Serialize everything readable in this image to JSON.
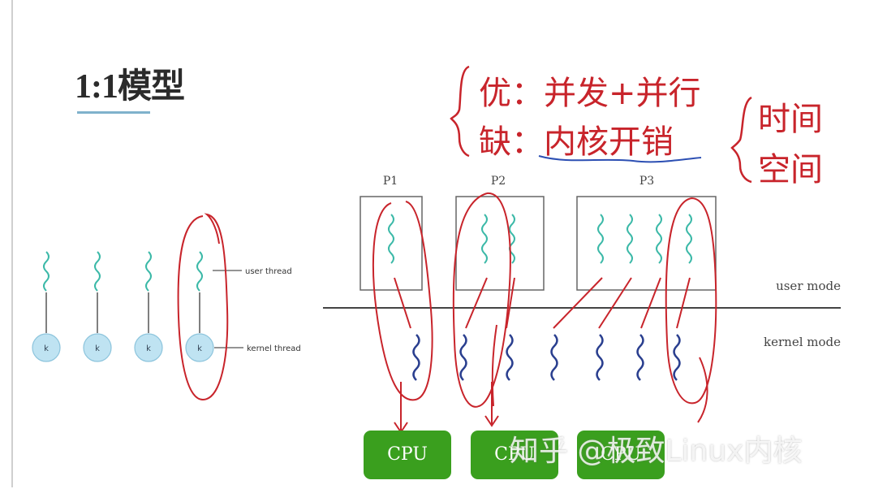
{
  "slide": {
    "title": "1:1模型",
    "watermark": "知乎 @极致Linux内核"
  },
  "left_diagram": {
    "kernel_label": "k",
    "user_thread_label": "user thread",
    "kernel_thread_label": "kernel thread",
    "thread_count": 4
  },
  "right_diagram": {
    "processes": [
      "P1",
      "P2",
      "P3"
    ],
    "user_mode_label": "user mode",
    "kernel_mode_label": "kernel mode",
    "cpus": [
      "CPU",
      "CPU",
      "CPU"
    ]
  },
  "annotations": {
    "pro": "优：并发+并行",
    "con": "缺：内核开销",
    "time": "时间",
    "space": "空间"
  },
  "colors": {
    "user_thread": "#3cb9a8",
    "kernel_thread": "#2a3f8f",
    "kernel_circle": "#bfe3f2",
    "cpu": "#3a9f1e",
    "ink": "#c8242b"
  }
}
